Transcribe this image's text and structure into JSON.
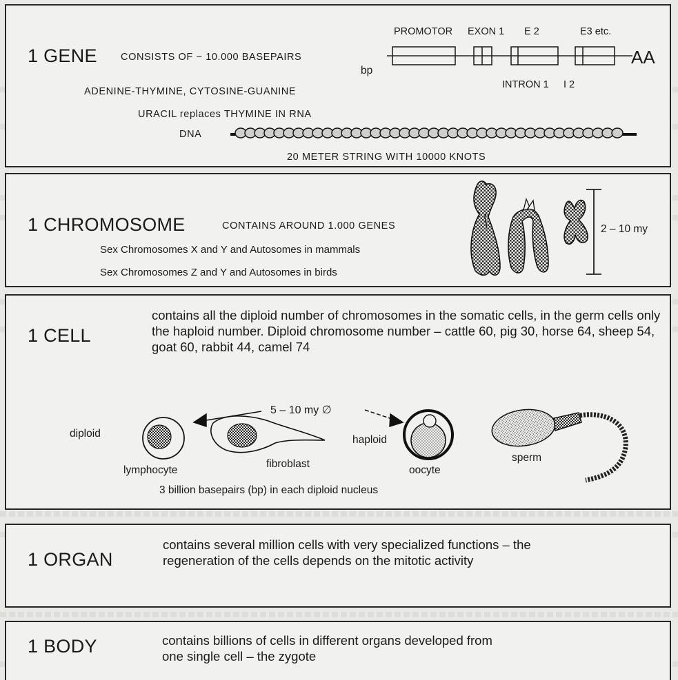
{
  "gene": {
    "title": "1 GENE",
    "desc": "CONSISTS OF ~ 10.000 BASEPAIRS",
    "bp": "bp",
    "bases": "ADENINE-THYMINE, CYTOSINE-GUANINE",
    "uracil": "URACIL replaces THYMINE IN RNA",
    "dna": "DNA",
    "string": "20 METER STRING WITH 10000 KNOTS",
    "diagram": {
      "promotor": "PROMOTOR",
      "exon1": "EXON 1",
      "e2": "E 2",
      "e3": "E3 etc.",
      "aa": "AA",
      "intron1": "INTRON 1",
      "i2": "I 2"
    }
  },
  "chromosome": {
    "title": "1 CHROMOSOME",
    "desc": "CONTAINS AROUND 1.000 GENES",
    "line1": "Sex Chromosomes X and Y and Autosomes in mammals",
    "line2": "Sex Chromosomes Z and Y and Autosomes in birds",
    "size": "2 – 10 my"
  },
  "cell": {
    "title": "1 CELL",
    "text": "contains all the diploid number of chromosomes in the somatic cells, in the germ cells only the haploid number. Diploid chromosome number – cattle 60, pig 30, horse 64, sheep 54, goat 60, rabbit 44, camel 74",
    "size": "5 – 10 my ∅",
    "diploid": "diploid",
    "lymphocyte": "lymphocyte",
    "fibroblast": "fibroblast",
    "haploid": "haploid",
    "oocyte": "oocyte",
    "sperm": "sperm",
    "basepairs": "3 billion basepairs (bp) in each diploid nucleus"
  },
  "organ": {
    "title": "1 ORGAN",
    "text": "contains several million cells with very specialized functions – the regeneration of the cells depends on the mitotic activity"
  },
  "body": {
    "title": "1 BODY",
    "text": "contains billions of cells in different organs developed from one single cell – the zygote"
  }
}
